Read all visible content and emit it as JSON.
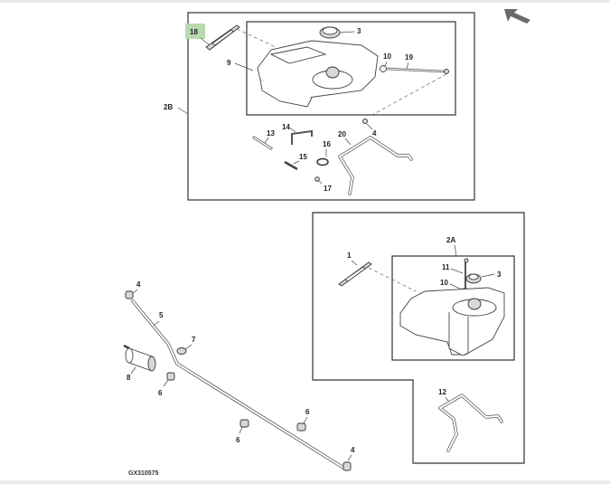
{
  "diagram": {
    "figure_code": "GX310575",
    "highlighted_callout": "18",
    "highlight_color": "#b9d9ae",
    "nav_arrow": "up-left-arrow-icon",
    "assemblies": {
      "upper": {
        "label": "2B"
      },
      "right": {
        "label": "2A"
      }
    },
    "callouts": {
      "c18": "18",
      "c9": "9",
      "c3_top": "3",
      "c10_top": "10",
      "c19": "19",
      "c2B": "2B",
      "c14": "14",
      "c13": "13",
      "c4_top": "4",
      "c20": "20",
      "c16": "16",
      "c15": "15",
      "c17": "17",
      "c2A": "2A",
      "c1": "1",
      "c11": "11",
      "c3_right": "3",
      "c10_right": "10",
      "c12": "12",
      "c4_left_top": "4",
      "c5": "5",
      "c7": "7",
      "c8": "8",
      "c6_a": "6",
      "c6_b": "6",
      "c6_c": "6",
      "c4_bottom": "4"
    }
  }
}
